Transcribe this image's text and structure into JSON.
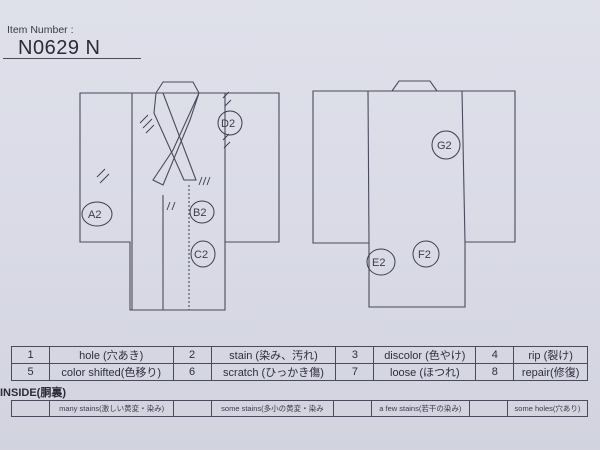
{
  "header": {
    "item_number_label": "Item Number :",
    "item_number_value": "N0629   N"
  },
  "front_diagram": {
    "marks": [
      {
        "id": "A2",
        "label": "A2"
      },
      {
        "id": "B2",
        "label": "B2"
      },
      {
        "id": "C2",
        "label": "C2"
      },
      {
        "id": "D2",
        "label": "D2"
      }
    ]
  },
  "back_diagram": {
    "marks": [
      {
        "id": "E2",
        "label": "E2"
      },
      {
        "id": "F2",
        "label": "F2"
      },
      {
        "id": "G2",
        "label": "G2"
      }
    ]
  },
  "legend": {
    "rows": [
      [
        {
          "num": "1",
          "label": "hole (穴あき)"
        },
        {
          "num": "2",
          "label": "stain (染み、汚れ)"
        },
        {
          "num": "3",
          "label": "discolor (色やけ)"
        },
        {
          "num": "4",
          "label": "rip (裂け)"
        }
      ],
      [
        {
          "num": "5",
          "label": "color shifted(色移り)"
        },
        {
          "num": "6",
          "label": "scratch (ひっかき傷)"
        },
        {
          "num": "7",
          "label": "loose (ほつれ)"
        },
        {
          "num": "8",
          "label": "repair(修復)"
        }
      ]
    ]
  },
  "inside": {
    "title": "INSIDE(胴裏)",
    "options": [
      {
        "label": "many stains(激しい黄変・染み)"
      },
      {
        "label": "some stains(多小の黄変・染み"
      },
      {
        "label": "a few stains(若干の染み)"
      },
      {
        "label": "some holes(穴あり)"
      }
    ]
  },
  "colors": {
    "paper": "#dcdde8",
    "ink": "#4a4a5a",
    "pencil": "#3c3c4c"
  }
}
